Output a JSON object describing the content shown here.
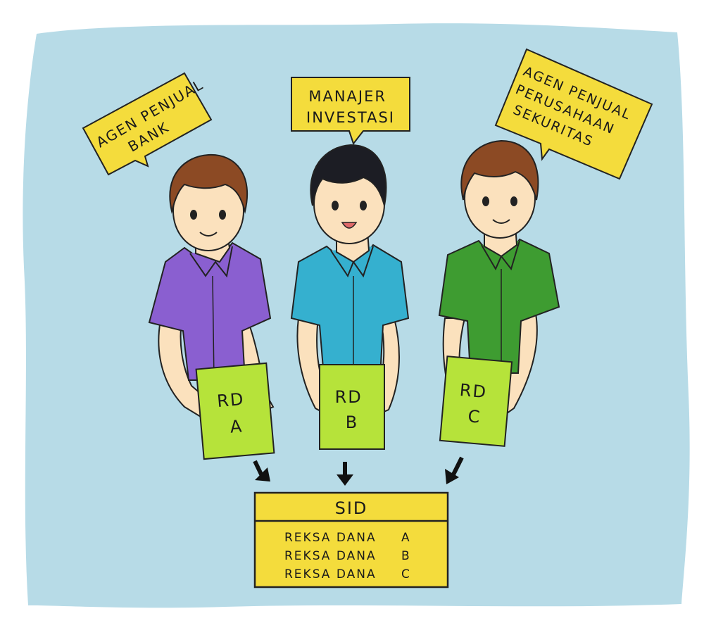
{
  "bubbles": {
    "bank": {
      "lines": [
        "AGEN PENJUAL",
        "BANK"
      ]
    },
    "mi": {
      "lines": [
        "MANAJER",
        "INVESTASI"
      ]
    },
    "securities": {
      "lines": [
        "AGEN PENJUAL",
        "PERUSAHAAN",
        "SEKURITAS"
      ]
    }
  },
  "documents": {
    "a": {
      "line1": "RD",
      "line2": "A"
    },
    "b": {
      "line1": "RD",
      "line2": "B"
    },
    "c": {
      "line1": "RD",
      "line2": "C"
    }
  },
  "sid": {
    "title": "SID",
    "rows": [
      {
        "label": "REKSA DANA",
        "code": "A"
      },
      {
        "label": "REKSA DANA",
        "code": "B"
      },
      {
        "label": "REKSA DANA",
        "code": "C"
      }
    ]
  },
  "colors": {
    "background": "#b7dbe7",
    "bubble": "#f4dc3c",
    "document": "#b6e33a",
    "sid_box": "#f4dc3c",
    "shirt_left": "#8a5fd0",
    "shirt_middle": "#35b0cf",
    "shirt_right": "#3e9c31",
    "hair_brown": "#8c4a24",
    "hair_black": "#1c1d24",
    "skin": "#fbe1bd"
  }
}
